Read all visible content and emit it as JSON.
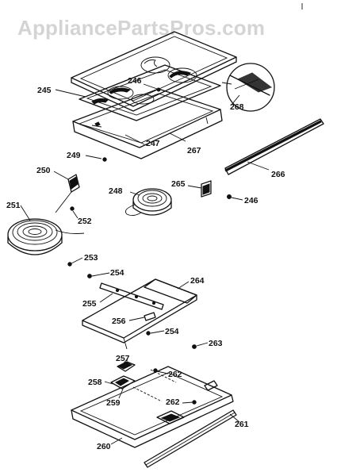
{
  "watermark": "AppliancePartsPros.com",
  "labels": {
    "p245": "245",
    "p246_top": "246",
    "p268": "268",
    "p247": "247",
    "p267": "267",
    "p249": "249",
    "p250": "250",
    "p266": "266",
    "p265": "265",
    "p248": "248",
    "p246_right": "246",
    "p251": "251",
    "p252": "252",
    "p253": "253",
    "p254_a": "254",
    "p264": "264",
    "p255": "255",
    "p256": "256",
    "p254_b": "254",
    "p263": "263",
    "p257": "257",
    "p262_a": "262",
    "p258": "258",
    "p262_b": "262",
    "p259": "259",
    "p261": "261",
    "p260": "260"
  }
}
